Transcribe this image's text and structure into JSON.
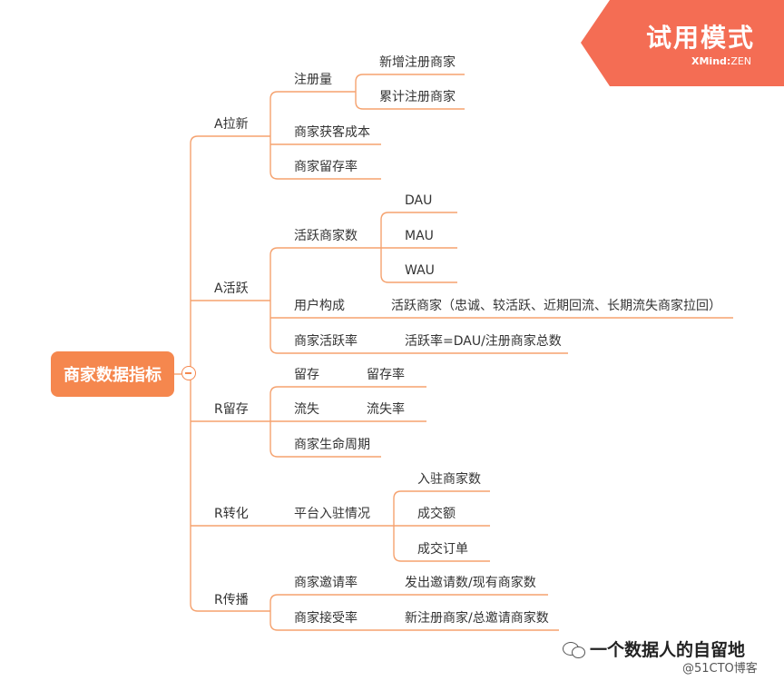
{
  "root": {
    "label": "商家数据指标"
  },
  "branches": {
    "acquisition": {
      "label": "A拉新",
      "register_volume": "注册量",
      "new_merchants": "新增注册商家",
      "total_merchants": "累计注册商家",
      "acquisition_cost": "商家获客成本",
      "retention_rate": "商家留存率"
    },
    "activation": {
      "label": "A活跃",
      "active_merchants": "活跃商家数",
      "dau": "DAU",
      "mau": "MAU",
      "wau": "WAU",
      "user_composition": "用户构成",
      "user_composition_detail": "活跃商家（忠诚、较活跃、近期回流、长期流失商家拉回）",
      "activity_rate": "商家活跃率",
      "activity_rate_formula": "活跃率=DAU/注册商家总数"
    },
    "retention": {
      "label": "R留存",
      "retain": "留存",
      "retain_rate": "留存率",
      "churn": "流失",
      "churn_rate": "流失率",
      "lifecycle": "商家生命周期"
    },
    "revenue": {
      "label": "R转化",
      "platform_settlement": "平台入驻情况",
      "settled_merchants": "入驻商家数",
      "deal_amount": "成交额",
      "deal_orders": "成交订单"
    },
    "referral": {
      "label": "R传播",
      "invite_rate": "商家邀请率",
      "invite_rate_formula": "发出邀请数/现有商家数",
      "accept_rate": "商家接受率",
      "accept_rate_formula": "新注册商家/总邀请商家数"
    }
  },
  "trial_badge": {
    "title": "试用模式",
    "brand": "XMind",
    "separator": ":",
    "edition": "ZEN"
  },
  "watermark": {
    "channel": "一个数据人的自留地",
    "site": "@51CTO博客"
  },
  "colors": {
    "accent": "#f5874e",
    "line": "#f5a26f",
    "badge": "#f46d54"
  },
  "icons": [
    "collapse-toggle-icon",
    "wechat-icon"
  ]
}
